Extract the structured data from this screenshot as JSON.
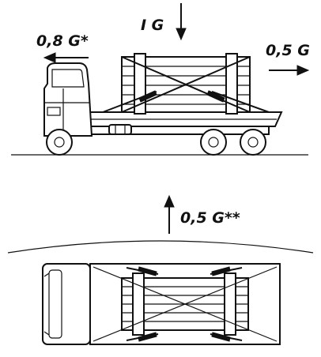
{
  "labels": {
    "vertical_force": "I G",
    "forward_force": "0,8 G*",
    "backward_force": "0,5 G",
    "lateral_force": "0,5 G**"
  },
  "colors": {
    "ink": "#111111",
    "background": "#ffffff"
  }
}
